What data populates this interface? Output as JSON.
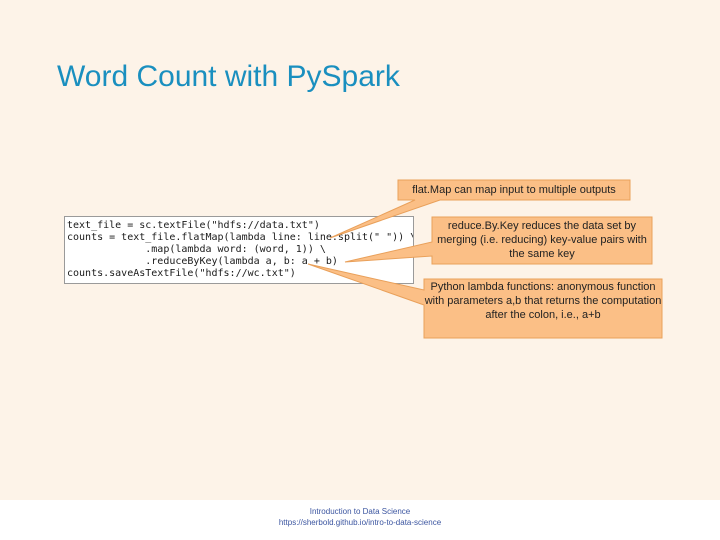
{
  "slide": {
    "title": "Word Count with PySpark"
  },
  "code": {
    "lines": [
      "text_file = sc.textFile(\"hdfs://data.txt\")",
      "counts = text_file.flatMap(lambda line: line.split(\" \")) \\",
      "             .map(lambda word: (word, 1)) \\",
      "             .reduceByKey(lambda a, b: a + b)",
      "counts.saveAsTextFile(\"hdfs://wc.txt\")"
    ]
  },
  "callouts": {
    "flatmap": "flat.Map can map input to multiple outputs",
    "reducebykey": "reduce.By.Key reduces the data set by merging (i.e. reducing) key-value pairs with the same key",
    "lambda": "Python lambda functions: anonymous function with parameters a,b that returns the computation after the colon, i.e., a+b"
  },
  "footer": {
    "course": "Introduction to Data Science",
    "url": "https://sherbold.github.io/intro-to-data-science"
  },
  "colors": {
    "background": "#fdf3e8",
    "title": "#1a8fbf",
    "callout_fill": "#fbbf86",
    "callout_stroke": "#e9a05a",
    "footer_link": "#3b55a0"
  }
}
